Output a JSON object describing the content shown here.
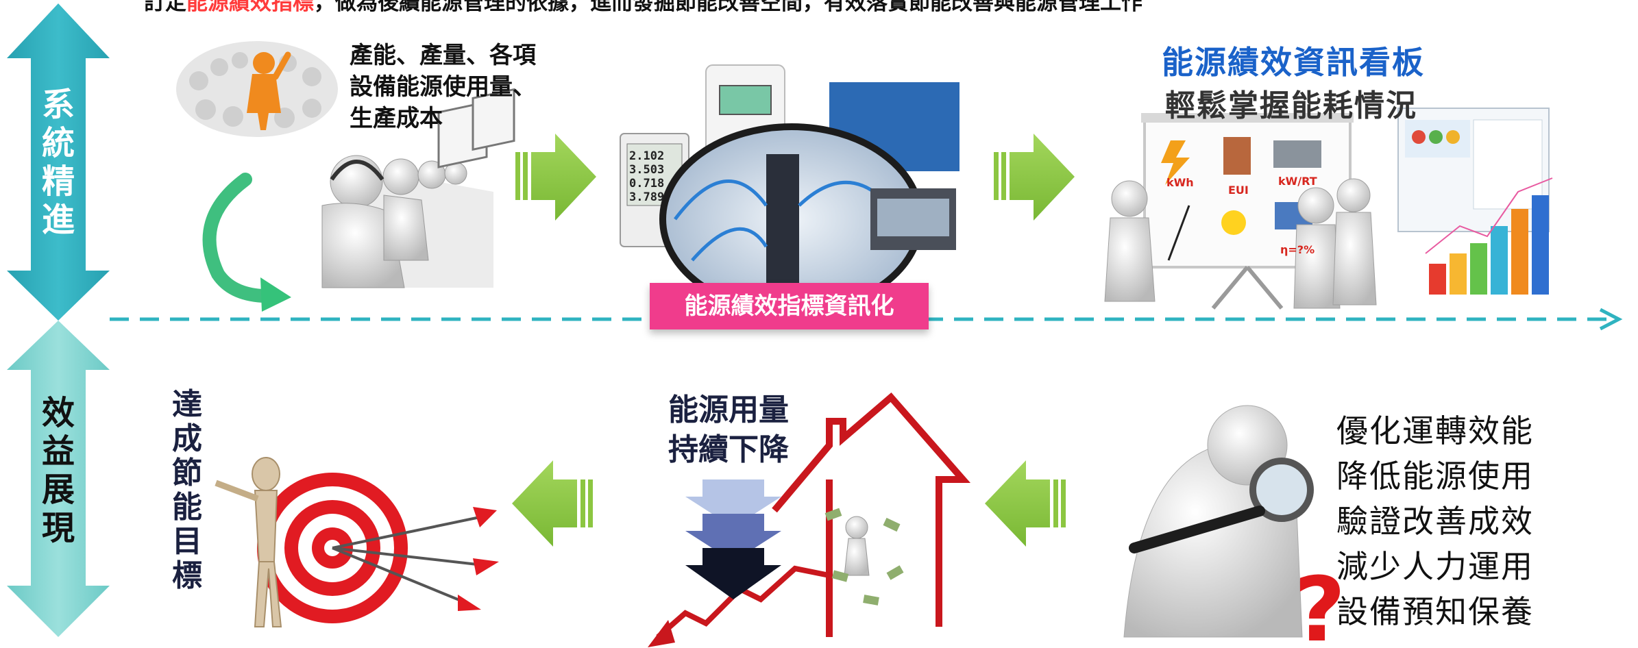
{
  "header": {
    "prefix": "訂定",
    "highlight": "能源績效指標",
    "suffix": "，做為後續能源管理的依據，進而發掘節能改善空間，有效落實節能改善與能源管理工作"
  },
  "side_labels": {
    "system": "系統精進",
    "benefit": "效益展現"
  },
  "steps": {
    "data_collection": {
      "lines": [
        "產能、產量、各項",
        "設備能源使用量、",
        "生產成本"
      ]
    },
    "informatization": {
      "badge": "能源績效指標資訊化",
      "meter_readings": [
        "2.102",
        "3.503",
        "0.718",
        "3.789"
      ]
    },
    "dashboard": {
      "title": "能源績效資訊看板",
      "subtitle": "輕鬆掌握能耗情況",
      "board_labels": [
        "kWh",
        "EUI",
        "kW/RT",
        "η=?%"
      ]
    },
    "optimization": {
      "items": [
        "優化運轉效能",
        "降低能源使用",
        "驗證改善成效",
        "減少人力運用",
        "設備預知保養"
      ]
    },
    "energy_decrease": {
      "lines": [
        "能源用量",
        "持續下降"
      ]
    },
    "target": {
      "chars": [
        "達",
        "成",
        "節",
        "能",
        "目",
        "標"
      ]
    }
  },
  "colors": {
    "highlight_red": "#ff3b3b",
    "teal_dark": "#2fa9b8",
    "teal_light": "#7fd3cf",
    "flow_arrow_green": "#8cc641",
    "badge_pink": "#f03c8c",
    "dashboard_blue": "#1a62c9",
    "dashed_line": "#2fb3c0"
  }
}
